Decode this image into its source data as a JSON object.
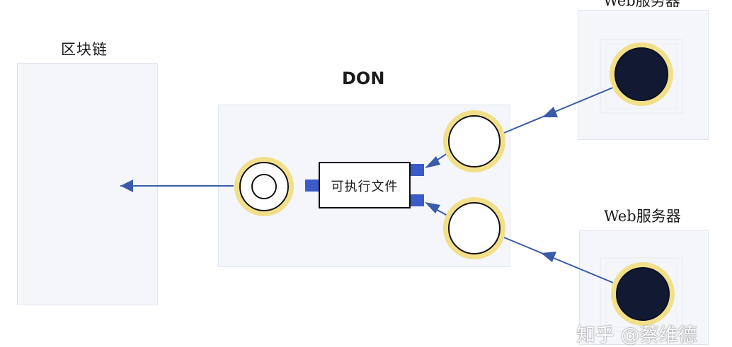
{
  "blockchain": {
    "label": "区块链"
  },
  "don": {
    "label": "DON"
  },
  "executable": {
    "label": "可执行文件"
  },
  "web_server_top": {
    "label": "Web服务器"
  },
  "web_server_bottom": {
    "label": "Web服务器"
  },
  "watermark": {
    "text": "知乎 @蔡维德"
  },
  "colors": {
    "panel_fill": "#f4f6fb",
    "ring_gold": "#f2df8a",
    "node_dark": "#121a33",
    "arrow_blue": "#3a5ba8",
    "connector_blue": "#3a5bc8"
  }
}
